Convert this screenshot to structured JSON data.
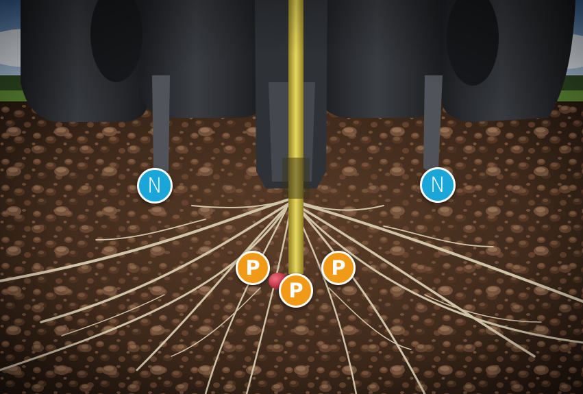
{
  "colors": {
    "nitrogen_badge": "#1BA6D9",
    "phosphorus_badge": "#F09A18",
    "badge_border": "#FFFFFF",
    "soil_dark": "#2A1A10",
    "soil_mid": "#5A3A25",
    "root": "#D8CDB0",
    "seed_tube": "#D4C040",
    "seed": "#C83040",
    "tire": "#2A2C30",
    "sky": "#6F96C2",
    "grass": "#4E7A2E"
  },
  "badges": {
    "nitrogen_left": {
      "label": "N"
    },
    "nitrogen_right": {
      "label": "N"
    },
    "phosphorus_left": {
      "label": "P"
    },
    "phosphorus_center": {
      "label": "P"
    },
    "phosphorus_right": {
      "label": "P"
    }
  },
  "icons": [
    "nitrogen-icon",
    "phosphorus-icon",
    "seed-icon"
  ]
}
